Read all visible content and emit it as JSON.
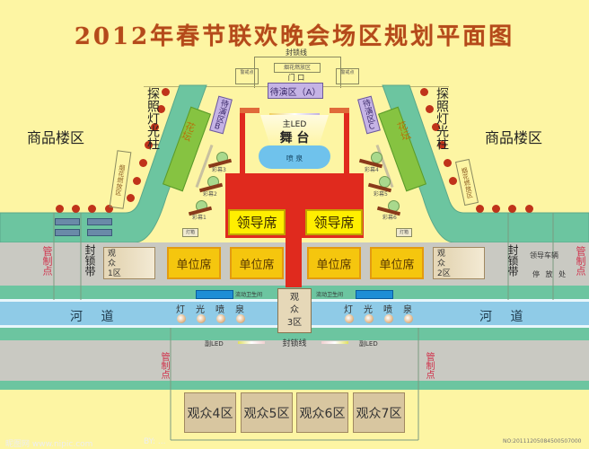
{
  "title": "2012年春节联欢晚会场区规划平面图",
  "top": {
    "cordon_line": "封锁线",
    "fireworks_area": "烟花燃放区",
    "gate": "门 口",
    "waiting_a": "待演区（A）",
    "guard_left": "警戒点",
    "guard_right": "警戒点"
  },
  "stage": {
    "main_led": "主LED",
    "stage_label": "舞 台",
    "fountain": "喷 泉"
  },
  "waiting_b": "待演区B",
  "waiting_c": "待演区C",
  "flower_bed": "花坛",
  "lamps": "灯光",
  "cameras_left": [
    "彩幕3",
    "彩幕2",
    "彩幕1"
  ],
  "cameras_right": [
    "彩幕4",
    "彩幕5",
    "彩幕6"
  ],
  "searchlight": "探照灯光柱",
  "fireworks_side": "烟花燃放区",
  "shops_left": "商品楼区",
  "shops_right": "商品楼区",
  "leader_seats": [
    "领导席",
    "领导席"
  ],
  "unit_seats": [
    "单位席",
    "单位席",
    "单位席",
    "单位席"
  ],
  "audience": {
    "zone1": "观众1区",
    "zone1_lines": [
      "观",
      "众",
      "1区"
    ],
    "zone2_lines": [
      "观",
      "众",
      "2区"
    ],
    "zone3_lines": [
      "观",
      "众",
      "3区"
    ],
    "zones_bottom": [
      "观众4区",
      "观众5区",
      "观众6区",
      "观众7区"
    ]
  },
  "control_point": "管制点",
  "blockade_belt": "封锁带",
  "leader_vehicle": [
    "领导车辆",
    "停 放 处"
  ],
  "mobile_toilet": "流动卫生间",
  "river": "河 道",
  "fountain_lights": [
    "灯",
    "光",
    "喷",
    "泉"
  ],
  "sub_led": "副LED",
  "cordon_bottom": "封锁线",
  "light_box": "灯箱",
  "watermark": {
    "left": "昵图网 www.nipic.com",
    "by": "BY: ...",
    "right": "NO:20111205084500507000"
  },
  "colors": {
    "background": "#fdf5a3",
    "title": "#b44a1a",
    "road_teal": "#6cc5a0",
    "plaza_gray": "#c9c9c2",
    "river_blue": "#8fcbe7",
    "stage_red": "#e02a1e",
    "leader_yellow": "#ffef00",
    "unit_orange": "#f5c60e",
    "audience_tan": "#d8c6a0",
    "waiting_purple": "#c5b3e5",
    "flower_green": "#86c341"
  }
}
